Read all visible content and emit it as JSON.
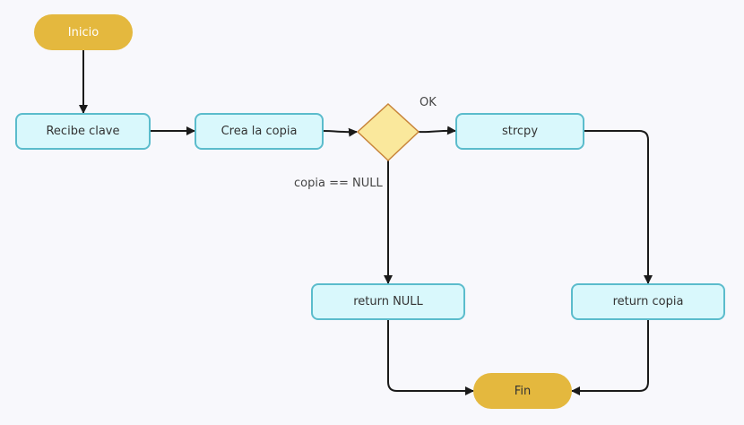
{
  "flowchart": {
    "nodes": {
      "start": "Inicio",
      "receive_key": "Recibe clave",
      "create_copy": "Crea la copia",
      "strcpy": "strcpy",
      "return_null": "return NULL",
      "return_copy": "return copia",
      "end": "Fin"
    },
    "edge_labels": {
      "ok": "OK",
      "null_branch": "copia == NULL"
    },
    "colors": {
      "terminal_fill": "#e4b83e",
      "process_fill": "#d9f8fc",
      "process_border": "#5bbccc",
      "decision_fill": "#fae89c",
      "decision_border": "#c8843a",
      "edge": "#1a1a1a",
      "background": "#f8f8fc"
    }
  }
}
